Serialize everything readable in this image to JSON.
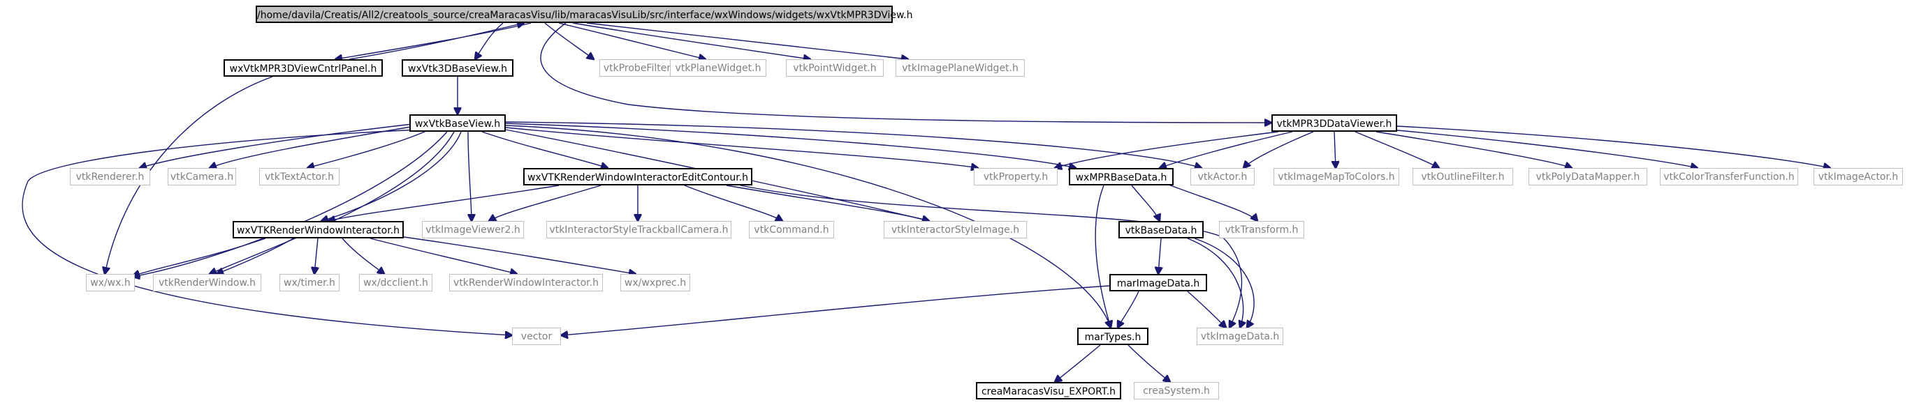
{
  "graph": {
    "nodes": {
      "root": "/home/davila/Creatis/All2/creatools_source/creaMaracasVisu/lib/maracasVisuLib/src/interface/wxWindows/widgets/wxVtkMPR3DView.h",
      "cntrl_panel": "wxVtkMPR3DViewCntrlPanel.h",
      "base_view_3d": "wxVtk3DBaseView.h",
      "probe_filter": "vtkProbeFilter.h",
      "plane_widget": "vtkPlaneWidget.h",
      "point_widget": "vtkPointWidget.h",
      "image_plane_widget": "vtkImagePlaneWidget.h",
      "base_view": "wxVtkBaseView.h",
      "mpr3d_viewer": "vtkMPR3DDataViewer.h",
      "renderer": "vtkRenderer.h",
      "camera": "vtkCamera.h",
      "text_actor": "vtkTextActor.h",
      "edit_contour": "wxVTKRenderWindowInteractorEditContour.h",
      "property": "vtkProperty.h",
      "mpr_base_data": "wxMPRBaseData.h",
      "actor": "vtkActor.h",
      "map_to_colors": "vtkImageMapToColors.h",
      "outline_filter": "vtkOutlineFilter.h",
      "poly_data_mapper": "vtkPolyDataMapper.h",
      "color_transfer": "vtkColorTransferFunction.h",
      "image_actor": "vtkImageActor.h",
      "rw_interactor_wx": "wxVTKRenderWindowInteractor.h",
      "image_viewer2": "vtkImageViewer2.h",
      "style_trackball": "vtkInteractorStyleTrackballCamera.h",
      "command": "vtkCommand.h",
      "style_image": "vtkInteractorStyleImage.h",
      "base_data": "vtkBaseData.h",
      "transform": "vtkTransform.h",
      "wx": "wx/wx.h",
      "render_window": "vtkRenderWindow.h",
      "timer": "wx/timer.h",
      "dcclient": "wx/dcclient.h",
      "rw_interactor": "vtkRenderWindowInteractor.h",
      "wxprec": "wx/wxprec.h",
      "mar_image_data": "marImageData.h",
      "vector": "vector",
      "mar_types": "marTypes.h",
      "image_data": "vtkImageData.h",
      "export": "creaMaracasVisu_EXPORT.h",
      "crea_system": "creaSystem.h"
    },
    "colors": {
      "edge": "#191970",
      "documented_border": "#000000",
      "external_border": "#bfbfbf",
      "external_text": "#808080",
      "root_fill": "#bfbfbf"
    }
  }
}
